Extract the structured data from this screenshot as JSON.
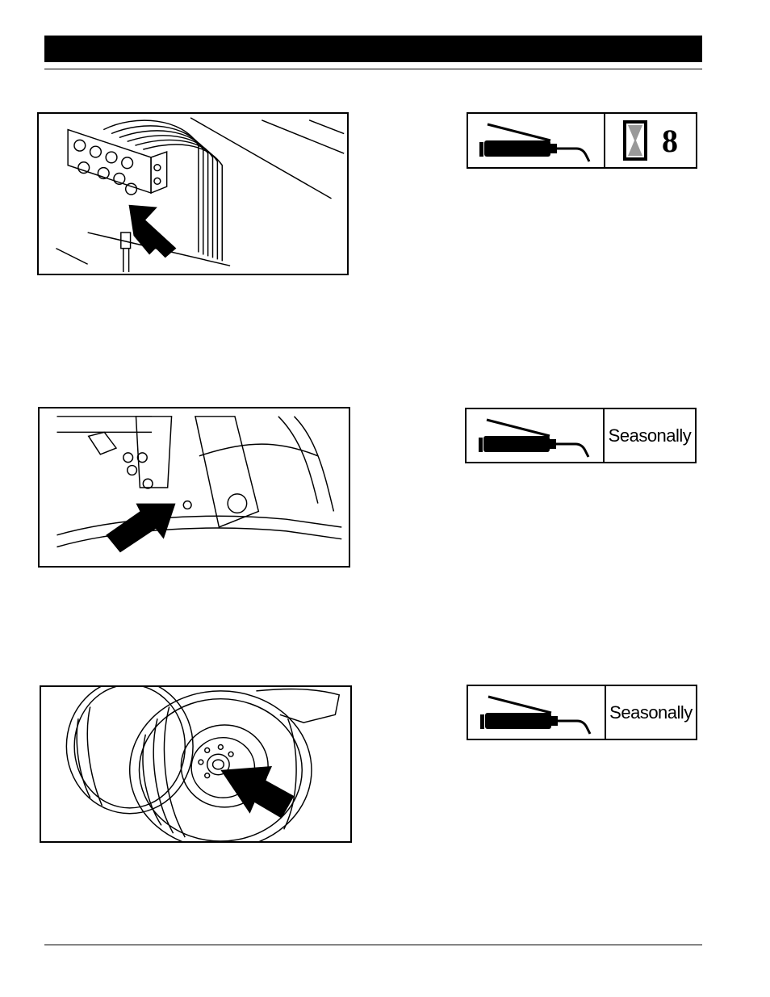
{
  "page": {
    "header": {
      "title": ""
    },
    "footer": {
      "text": ""
    }
  },
  "lubrication_points": [
    {
      "figure": "hydraulic-coupler-block-illustration",
      "icons": [
        "grease-gun-icon",
        "hourglass-icon"
      ],
      "interval_hours": "8"
    },
    {
      "figure": "pivot-grease-fitting-illustration",
      "icons": [
        "grease-gun-icon"
      ],
      "interval": "Seasonally"
    },
    {
      "figure": "wheel-hub-illustration",
      "icons": [
        "grease-gun-icon"
      ],
      "interval": "Seasonally"
    }
  ],
  "colors": {
    "ink": "#000000",
    "paper": "#ffffff",
    "hourglass_fill": "#999999"
  }
}
